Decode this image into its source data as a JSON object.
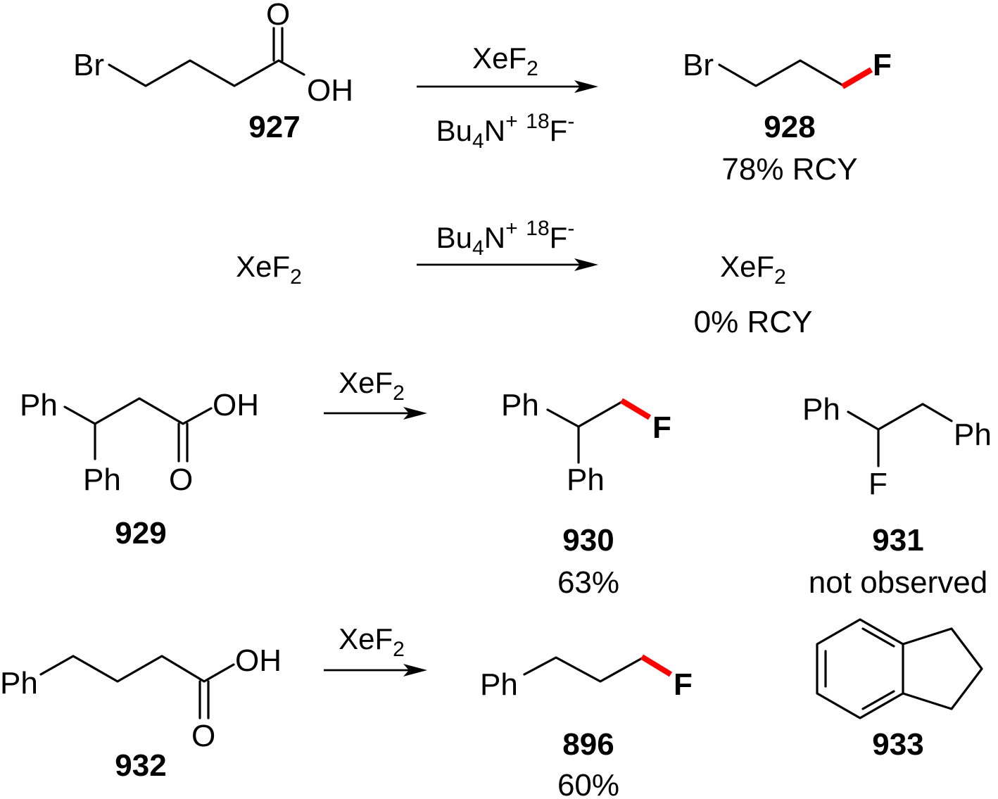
{
  "colors": {
    "ink": "#000000",
    "fluorine": "#ff0000"
  },
  "reaction1": {
    "reactant": {
      "br": "Br",
      "o": "O",
      "oh": "OH",
      "id": "927"
    },
    "reagent_top": {
      "main": "XeF",
      "sub": "2"
    },
    "reagent_bottom": {
      "bu": "Bu",
      "bu_sub": "4",
      "n": "N",
      "n_sup": "+",
      "iso_sup": "18",
      "f": "F",
      "f_sup": "-"
    },
    "product": {
      "br": "Br",
      "f": "F",
      "id": "928",
      "yield": "78% RCY"
    }
  },
  "reaction2": {
    "reactant": {
      "main": "XeF",
      "sub": "2"
    },
    "reagent_top": {
      "bu": "Bu",
      "bu_sub": "4",
      "n": "N",
      "n_sup": "+",
      "iso_sup": "18",
      "f": "F",
      "f_sup": "-"
    },
    "product": {
      "main": "XeF",
      "sub": "2",
      "yield": "0% RCY"
    }
  },
  "reaction3": {
    "reactant": {
      "ph1": "Ph",
      "ph2": "Ph",
      "oh": "OH",
      "o": "O",
      "id": "929"
    },
    "reagent_top": {
      "main": "XeF",
      "sub": "2"
    },
    "product": {
      "ph1": "Ph",
      "ph2": "Ph",
      "f": "F",
      "id": "930",
      "yield": "63%"
    },
    "side_product": {
      "ph1": "Ph",
      "ph2": "Ph",
      "f": "F",
      "id": "931",
      "note": "not observed"
    }
  },
  "reaction4": {
    "reactant": {
      "ph": "Ph",
      "oh": "OH",
      "o": "O",
      "id": "932"
    },
    "reagent_top": {
      "main": "XeF",
      "sub": "2"
    },
    "product": {
      "ph": "Ph",
      "f": "F",
      "id": "896",
      "yield": "60%"
    },
    "side_product": {
      "id": "933"
    }
  }
}
